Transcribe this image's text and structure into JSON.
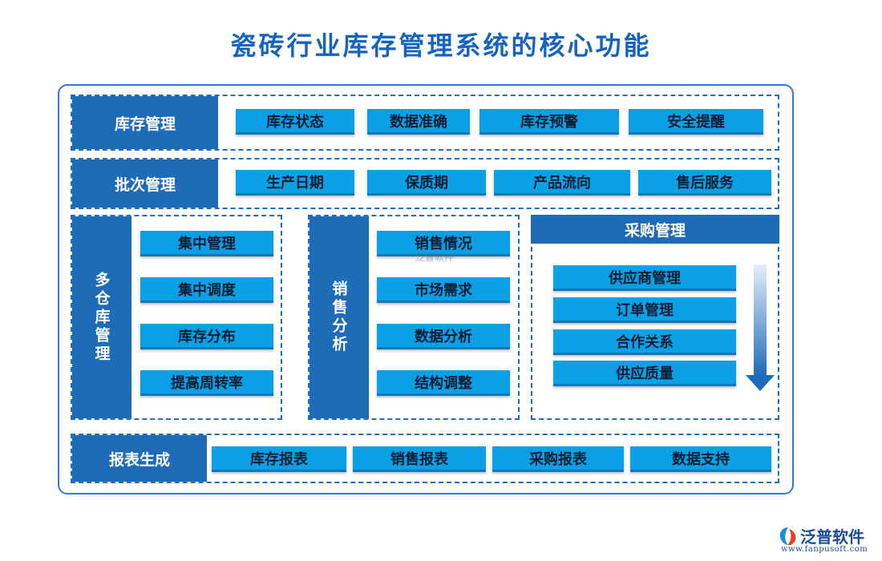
{
  "title": "瓷砖行业库存管理系统的核心功能",
  "inventory": {
    "header": "库存管理",
    "items": [
      "库存状态",
      "数据准确",
      "库存预警",
      "安全提醒"
    ]
  },
  "batch": {
    "header": "批次管理",
    "items": [
      "生产日期",
      "保质期",
      "产品流向",
      "售后服务"
    ]
  },
  "warehouse": {
    "header": "多仓库管理",
    "items": [
      "集中管理",
      "集中调度",
      "库存分布",
      "提高周转率"
    ]
  },
  "sales": {
    "header": "销售分析",
    "items": [
      "销售情况",
      "市场需求",
      "数据分析",
      "结构调整"
    ]
  },
  "purchase": {
    "header": "采购管理",
    "items": [
      "供应商管理",
      "订单管理",
      "合作关系",
      "供应质量"
    ]
  },
  "reports": {
    "header": "报表生成",
    "items": [
      "库存报表",
      "销售报表",
      "采购报表",
      "数据支持"
    ]
  },
  "watermark": "泛普软件",
  "logo": {
    "name": "泛普软件",
    "url": "www.fanpusoft.com"
  },
  "colors": {
    "header": "#1e6bb8",
    "pill": "#0aa0e6",
    "border": "#1e6fc8",
    "title": "#1565c0"
  }
}
